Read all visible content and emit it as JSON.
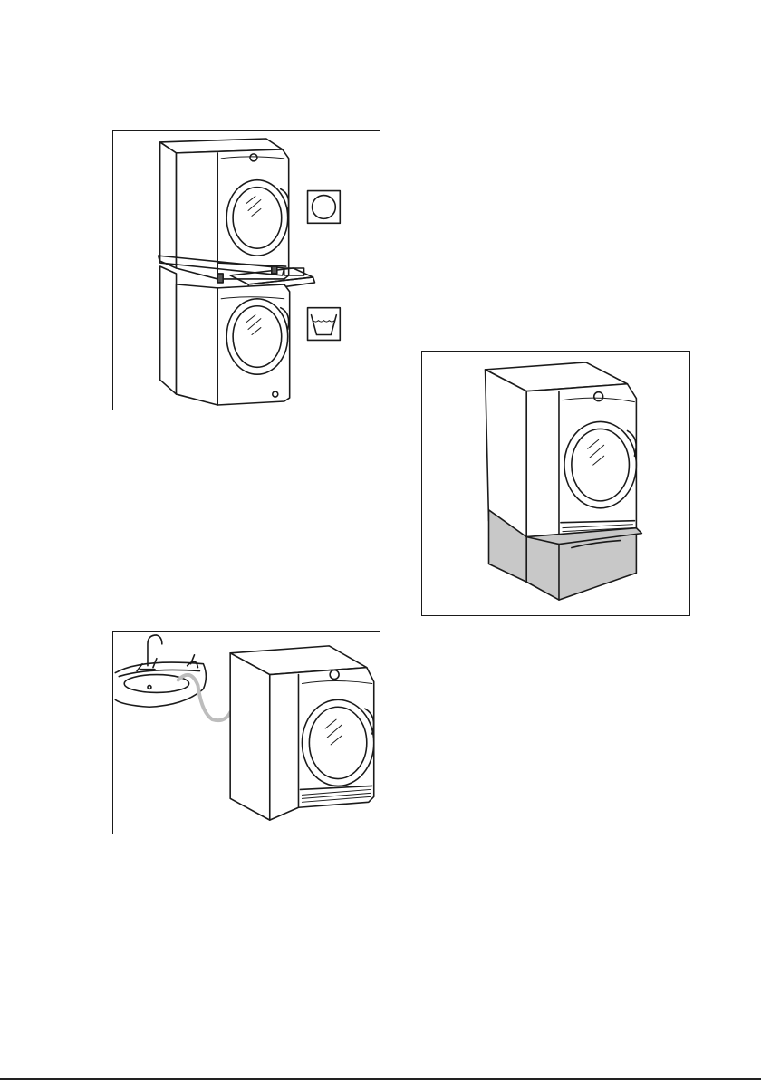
{
  "figures": [
    {
      "id": "stacked-dryer-on-washer",
      "icons": [
        "dryer-symbol-icon",
        "washing-symbol-icon"
      ]
    },
    {
      "id": "dryer-on-plinth"
    },
    {
      "id": "dryer-drain-hose-into-sink"
    }
  ],
  "colors": {
    "outline": "#1a1a1a",
    "plinth_fill": "#c8c8c8",
    "shelf_fill": "#b0b0b0",
    "hatch": "#555555"
  }
}
